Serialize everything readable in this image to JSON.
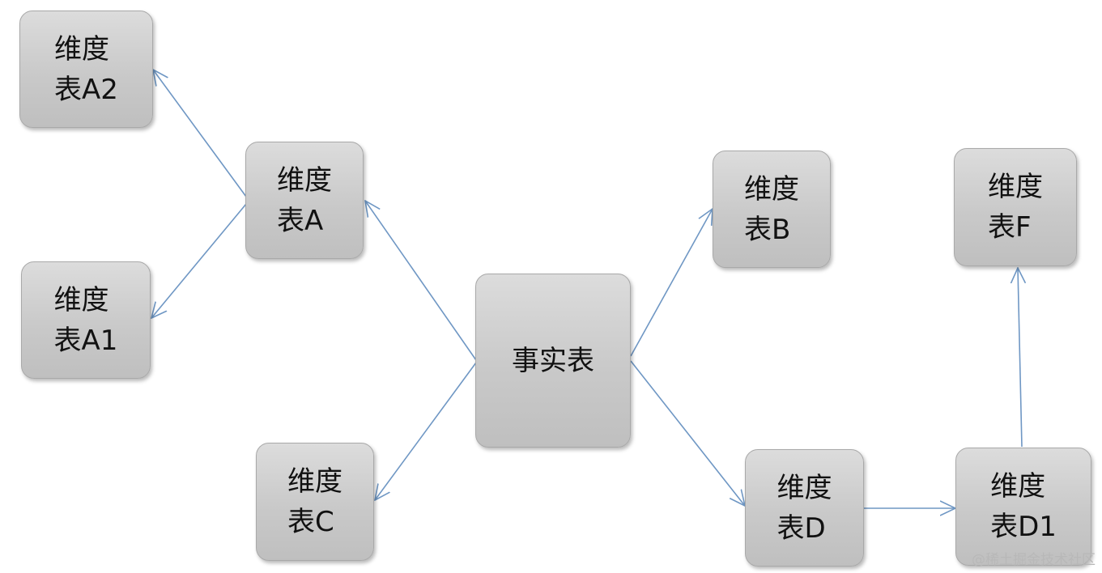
{
  "diagram": {
    "nodes": {
      "fact": {
        "label": "事实表"
      },
      "dim_a": {
        "label": "维度\n表A"
      },
      "dim_a1": {
        "label": "维度\n表A1"
      },
      "dim_a2": {
        "label": "维度\n表A2"
      },
      "dim_b": {
        "label": "维度\n表B"
      },
      "dim_c": {
        "label": "维度\n表C"
      },
      "dim_d": {
        "label": "维度\n表D"
      },
      "dim_d1": {
        "label": "维度\n表D1"
      },
      "dim_f": {
        "label": "维度\n表F"
      }
    },
    "edges": [
      {
        "from": "fact",
        "to": "dim_a"
      },
      {
        "from": "fact",
        "to": "dim_b"
      },
      {
        "from": "fact",
        "to": "dim_c"
      },
      {
        "from": "fact",
        "to": "dim_d"
      },
      {
        "from": "dim_a",
        "to": "dim_a1"
      },
      {
        "from": "dim_a",
        "to": "dim_a2"
      },
      {
        "from": "dim_d",
        "to": "dim_d1"
      },
      {
        "from": "dim_d1",
        "to": "dim_f"
      }
    ],
    "colors": {
      "edge": "#6f97c4",
      "node_border": "#a9a9a9",
      "node_fill": "#cfcfcf",
      "text": "#111111"
    }
  },
  "watermark": "@稀土掘金技术社区"
}
